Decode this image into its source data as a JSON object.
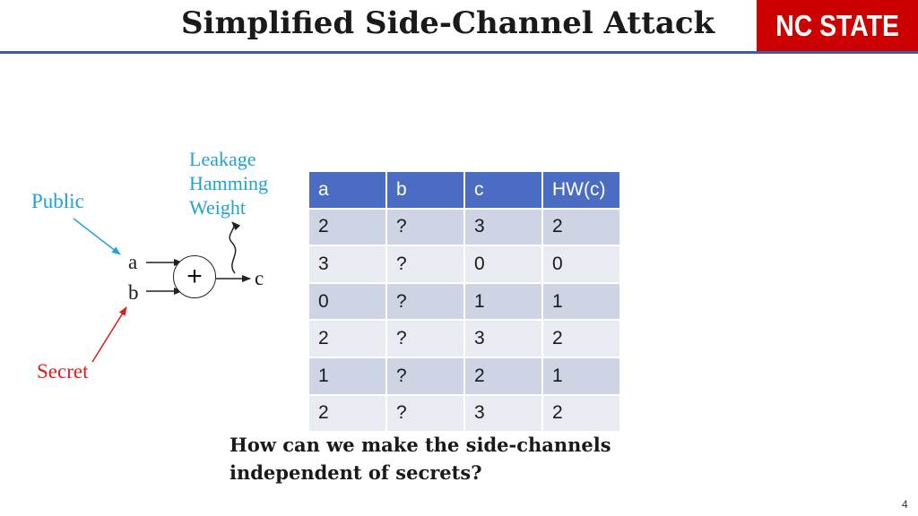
{
  "slide": {
    "title": "Simplified Side-Channel Attack",
    "logo_text": "NC STATE",
    "page_number": "4"
  },
  "diagram": {
    "public_label": "Public",
    "secret_label": "Secret",
    "leakage_label": "Leakage\nHamming\nWeight",
    "input_a": "a",
    "input_b": "b",
    "output_c": "c",
    "operator": "+"
  },
  "table": {
    "headers": [
      "a",
      "b",
      "c",
      "HW(c)"
    ],
    "rows": [
      [
        "2",
        "?",
        "3",
        "2"
      ],
      [
        "3",
        "?",
        "0",
        "0"
      ],
      [
        "0",
        "?",
        "1",
        "1"
      ],
      [
        "2",
        "?",
        "3",
        "2"
      ],
      [
        "1",
        "?",
        "2",
        "1"
      ],
      [
        "2",
        "?",
        "3",
        "2"
      ]
    ]
  },
  "question": "How can we make the side-channels\nindependent of secrets?",
  "colors": {
    "header_blue": "#4a6cc2",
    "rule_blue": "#3b5aa8",
    "logo_red": "#cc0000",
    "public_cyan": "#1fa3d6",
    "secret_red": "#e01b1b",
    "row_dark": "#cfd4e5",
    "row_light": "#e9ebf2"
  }
}
